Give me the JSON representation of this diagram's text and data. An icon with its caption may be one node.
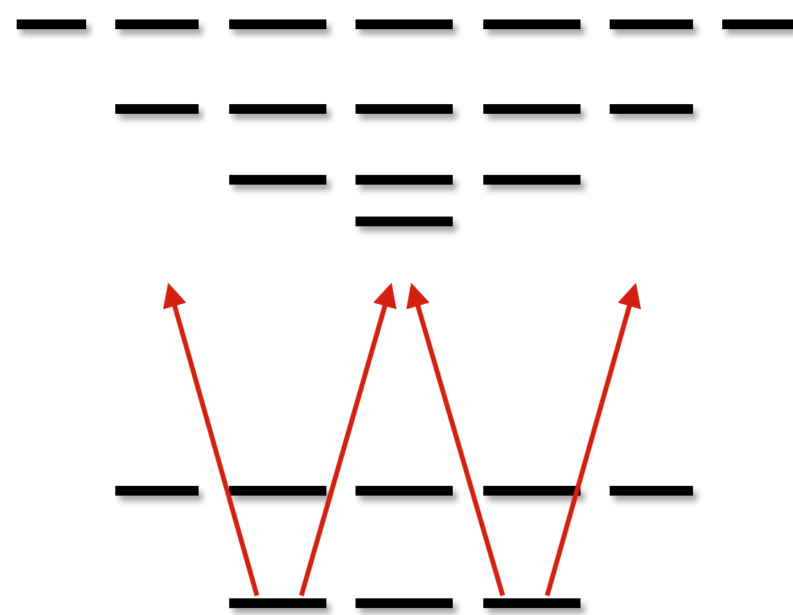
{
  "diagram": {
    "nodes": [
      {
        "text": [],
        "shape": "bar"
      },
      {
        "text": [],
        "shape": "bar"
      },
      {
        "text": [],
        "shape": "bar"
      },
      {
        "text": [],
        "shape": "bar"
      },
      {
        "text": [],
        "shape": "bar"
      },
      {
        "text": [],
        "shape": "bar"
      },
      {
        "text": [],
        "shape": "bar"
      },
      {
        "text": [],
        "shape": "bar"
      },
      {
        "text": [],
        "shape": "bar"
      },
      {
        "text": [],
        "shape": "bar"
      },
      {
        "text": [],
        "shape": "bar"
      },
      {
        "text": [],
        "shape": "bar"
      },
      {
        "text": [],
        "shape": "bar"
      },
      {
        "text": [],
        "shape": "bar"
      },
      {
        "text": [],
        "shape": "bar"
      },
      {
        "text": [],
        "shape": "bar"
      },
      {
        "text": [],
        "shape": "bar"
      },
      {
        "text": [],
        "shape": "bar"
      },
      {
        "text": [],
        "shape": "bar"
      },
      {
        "text": [],
        "shape": "bar"
      },
      {
        "text": [],
        "shape": "bar"
      },
      {
        "text": [],
        "shape": "bar"
      },
      {
        "text": [],
        "shape": "bar"
      },
      {
        "text": [],
        "shape": "bar"
      }
    ],
    "edges": [
      {
        "from": 21,
        "to": null,
        "arrow": "to"
      },
      {
        "from": 21,
        "to": null,
        "arrow": "to"
      },
      {
        "from": 23,
        "to": null,
        "arrow": "to"
      },
      {
        "from": 23,
        "to": null,
        "arrow": "to"
      }
    ]
  }
}
